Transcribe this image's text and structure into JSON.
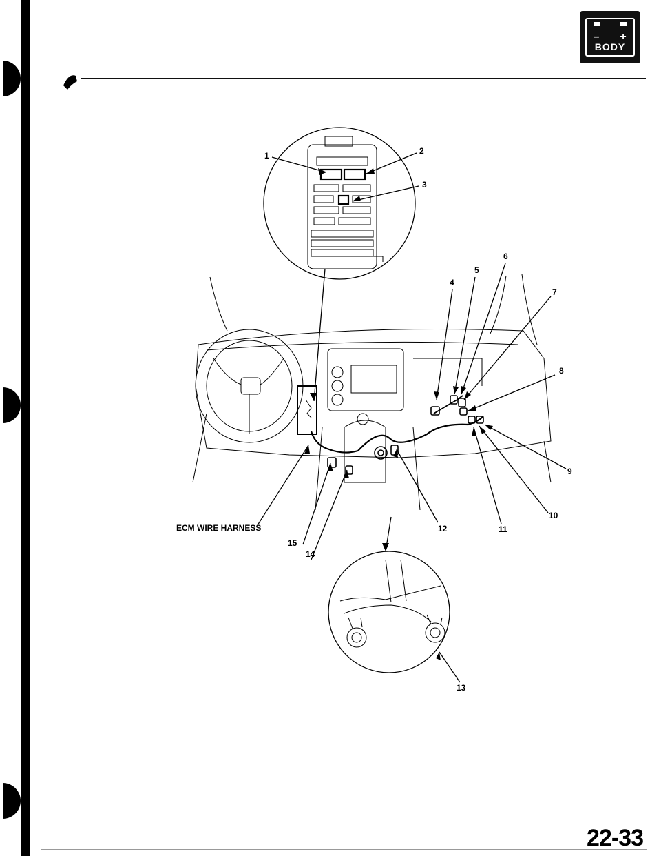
{
  "badge": {
    "label": "BODY",
    "icon": "battery-icon",
    "minus": "–",
    "plus": "+"
  },
  "figure": {
    "harness_label": "ECM WIRE HARNESS",
    "callouts": [
      "1",
      "2",
      "3",
      "4",
      "5",
      "6",
      "7",
      "8",
      "9",
      "10",
      "11",
      "12",
      "13",
      "14",
      "15"
    ]
  },
  "page_number": "22-33"
}
